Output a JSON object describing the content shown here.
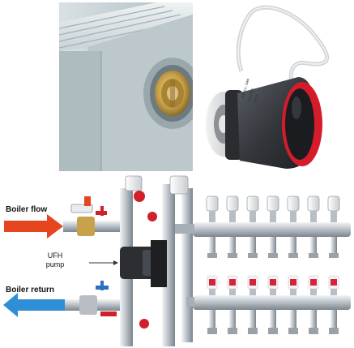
{
  "labels": {
    "boiler_flow": "Boiler flow",
    "boiler_return": "Boiler return",
    "ufh_pump_line1": "UFH",
    "ufh_pump_line2": "pump"
  },
  "actuator_text": {
    "line1": "M30x1.5mm",
    "line2": "AC230V",
    "line3": "IP54"
  },
  "colors": {
    "flow_arrow": "#e5451f",
    "return_arrow": "#2f8fd6",
    "valve_red": "#d0202a",
    "valve_blue": "#2a6fc0",
    "radiator": "#c9d4d8",
    "brass": "#c8a24a",
    "actuator_body": "#3a3d42",
    "actuator_ring": "#d51c2b",
    "manifold": "#c6ccd2",
    "flowmeter_red": "#d5233a"
  },
  "manifold": {
    "outlet_count": 7
  }
}
